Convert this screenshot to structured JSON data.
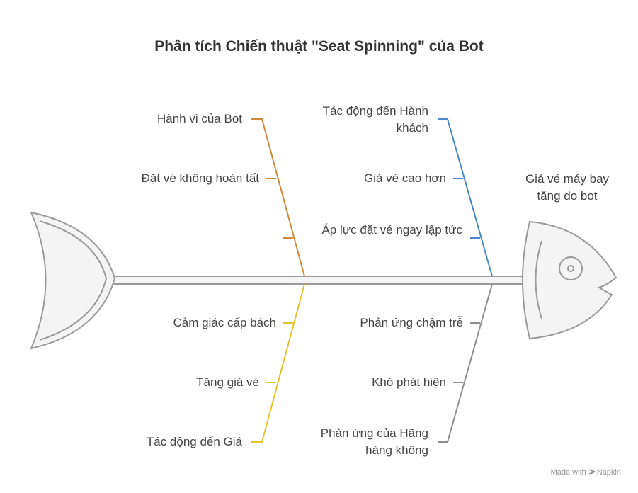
{
  "title": "Phân tích Chiến thuật \"Seat Spinning\" của Bot",
  "effect": "Giá vé máy bay tăng do bot",
  "bones": {
    "top_left": {
      "category": "Hành vi của Bot",
      "causes": [
        "Đặt vé không hoàn tất"
      ],
      "color": "#D08A3C"
    },
    "top_right": {
      "category": "Tác động đến Hành khách",
      "causes": [
        "Giá vé cao hơn",
        "Áp lực đặt vé ngay lập tức"
      ],
      "color": "#4A86C8"
    },
    "bottom_left": {
      "category": "Tác động đến Giá",
      "causes": [
        "Cảm giác cấp bách",
        "Tăng giá vé"
      ],
      "color": "#E3C530"
    },
    "bottom_right": {
      "category": "Phản ứng của Hãng hàng không",
      "causes": [
        "Phản ứng chậm trễ",
        "Khó phát hiện"
      ],
      "color": "#8E8E8E"
    }
  },
  "footer": {
    "made_with": "Made with",
    "brand": "Napkin"
  }
}
